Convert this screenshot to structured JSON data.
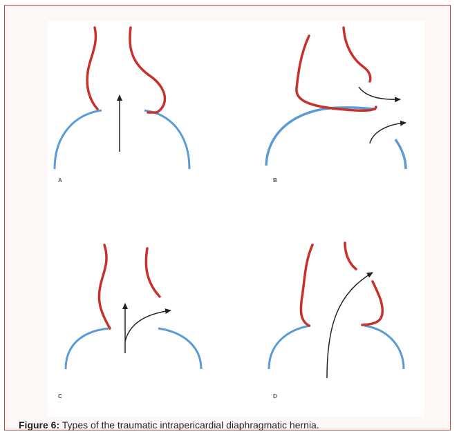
{
  "panels": [
    {
      "id": "A",
      "label": "A"
    },
    {
      "id": "B",
      "label": "B"
    },
    {
      "id": "C",
      "label": "C"
    },
    {
      "id": "D",
      "label": "D"
    }
  ],
  "caption": {
    "prefix": "Figure 6:",
    "text": " Types of the traumatic intrapericardial diaphragmatic hernia."
  },
  "colors": {
    "pericardium": "#c8312a",
    "diaphragm": "#5b9bd5",
    "arrow": "#222222",
    "frame_border": "#c0443e"
  }
}
